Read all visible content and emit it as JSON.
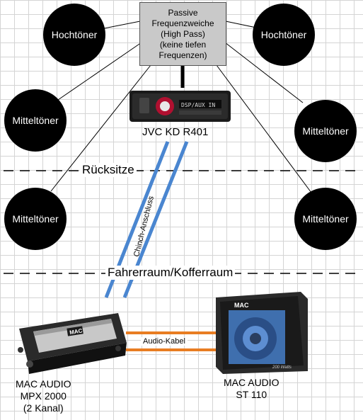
{
  "crossover": {
    "line1": "Passive",
    "line2": "Frequenzweiche",
    "line3": "(High Pass)",
    "line4": "(keine tiefen",
    "line5": "Frequenzen)"
  },
  "speakers": {
    "tweeter_left": "Hochtöner",
    "tweeter_right": "Hochtöner",
    "mid_front_left": "Mitteltöner",
    "mid_front_right": "Mitteltöner",
    "mid_rear_left": "Mitteltöner",
    "mid_rear_right": "Mitteltöner"
  },
  "radio": {
    "name": "JVC KD R401",
    "display_text": "DSP/AUX IN"
  },
  "zones": {
    "rear_seats": "Rücksitze",
    "cabin_trunk": "Fahrerraum/Kofferraum"
  },
  "cables": {
    "rca": "Chinch-Anschluss",
    "audio": "Audio-Kabel"
  },
  "amplifier": {
    "line1": "MAC AUDIO",
    "line2": "MPX 2000",
    "line3": "(2 Kanal)",
    "badge": "MAC"
  },
  "subwoofer": {
    "line1": "MAC AUDIO",
    "line2": "ST 110",
    "badge": "MAC",
    "watts": "200 Watts"
  },
  "colors": {
    "speaker": "#000000",
    "crossover_fill": "#c9c9c9",
    "rca_cable": "#4a86d0",
    "audio_cable": "#e87d22",
    "grid": "#d4d4d4"
  }
}
